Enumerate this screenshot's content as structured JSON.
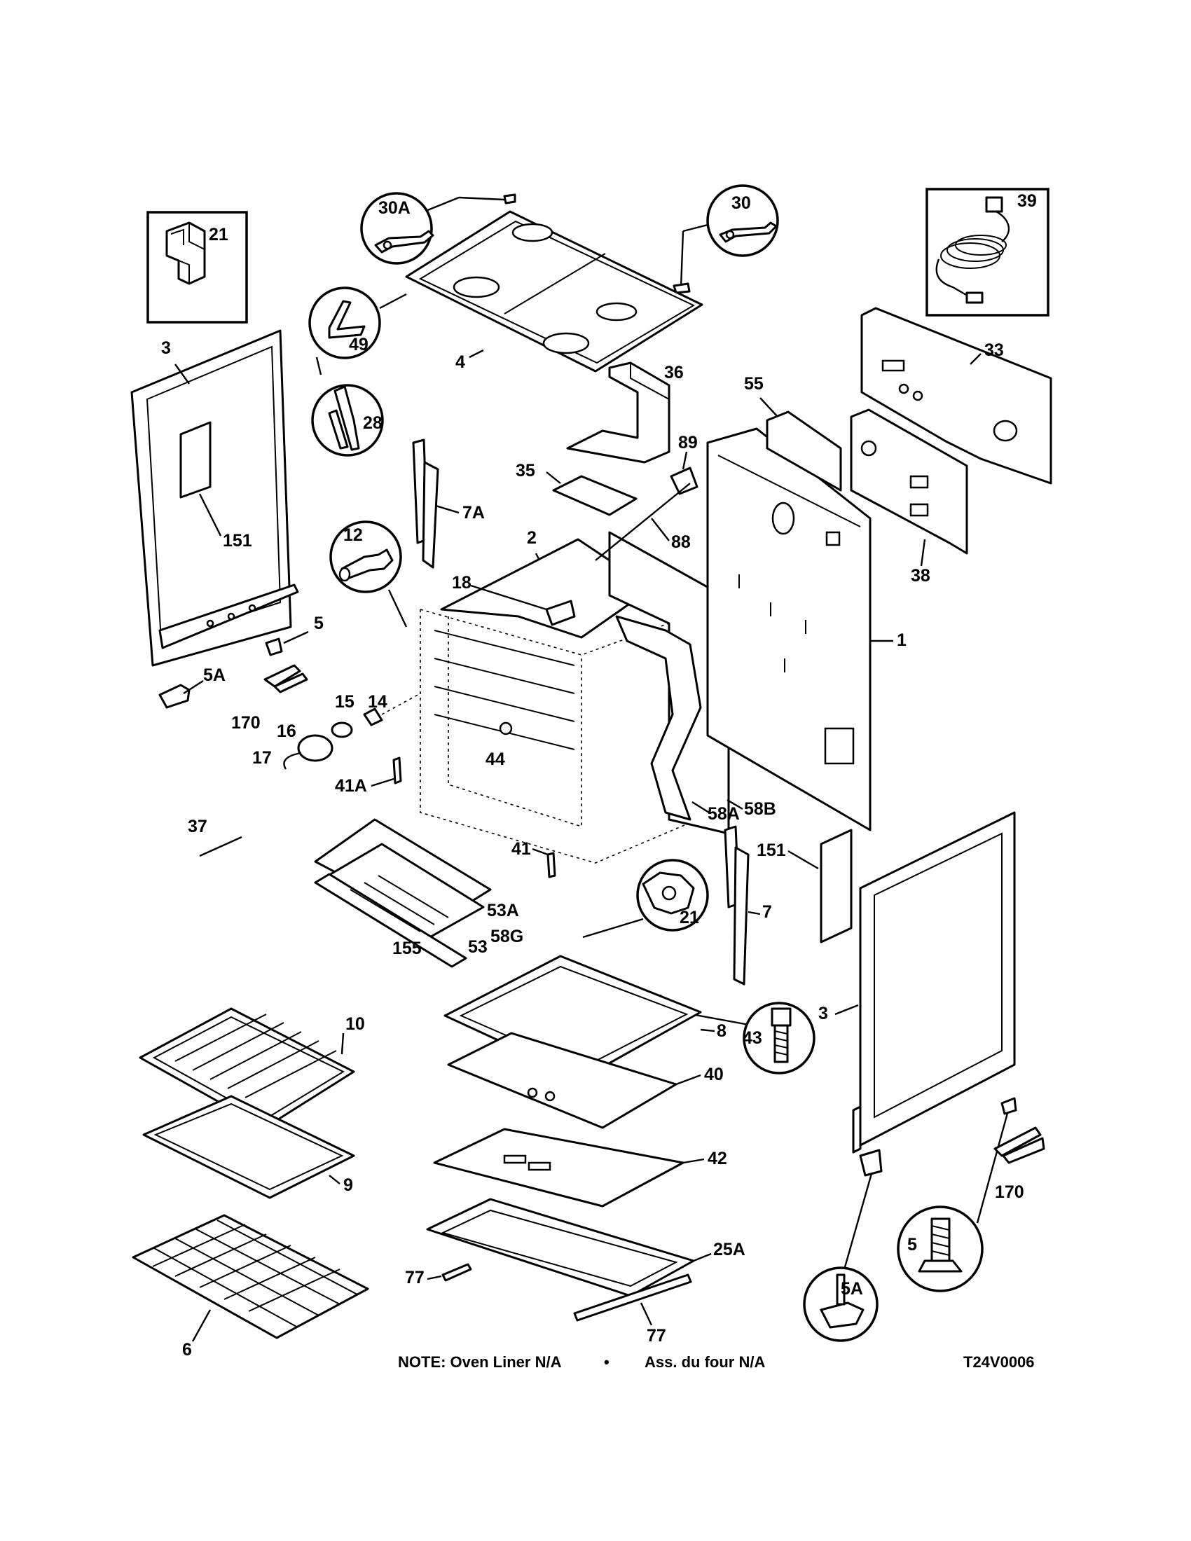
{
  "diagram": {
    "labels": {
      "p1": "1",
      "p2": "2",
      "p3a": "3",
      "p3b": "3",
      "p4": "4",
      "p5a": "5",
      "p5b": "5",
      "p5Aa": "5A",
      "p5Ab": "5A",
      "p6": "6",
      "p7": "7",
      "p7A": "7A",
      "p8": "8",
      "p9": "9",
      "p10": "10",
      "p12": "12",
      "p14": "14",
      "p15": "15",
      "p16": "16",
      "p17": "17",
      "p18": "18",
      "p21a": "21",
      "p21b": "21",
      "p25A": "25A",
      "p28": "28",
      "p30": "30",
      "p30A": "30A",
      "p33": "33",
      "p35": "35",
      "p36": "36",
      "p37": "37",
      "p38": "38",
      "p39": "39",
      "p40": "40",
      "p41": "41",
      "p41A": "41A",
      "p42": "42",
      "p43": "43",
      "p44": "44",
      "p49": "49",
      "p53": "53",
      "p53A": "53A",
      "p55": "55",
      "p58A": "58A",
      "p58B": "58B",
      "p58G": "58G",
      "p77a": "77",
      "p77b": "77",
      "p88": "88",
      "p89": "89",
      "p151a": "151",
      "p151b": "151",
      "p155": "155",
      "p170a": "170",
      "p170b": "170"
    },
    "note_en": "NOTE: Oven Liner N/A",
    "note_sep": "•",
    "note_fr": "Ass. du four N/A",
    "diagram_code": "T24V0006"
  }
}
